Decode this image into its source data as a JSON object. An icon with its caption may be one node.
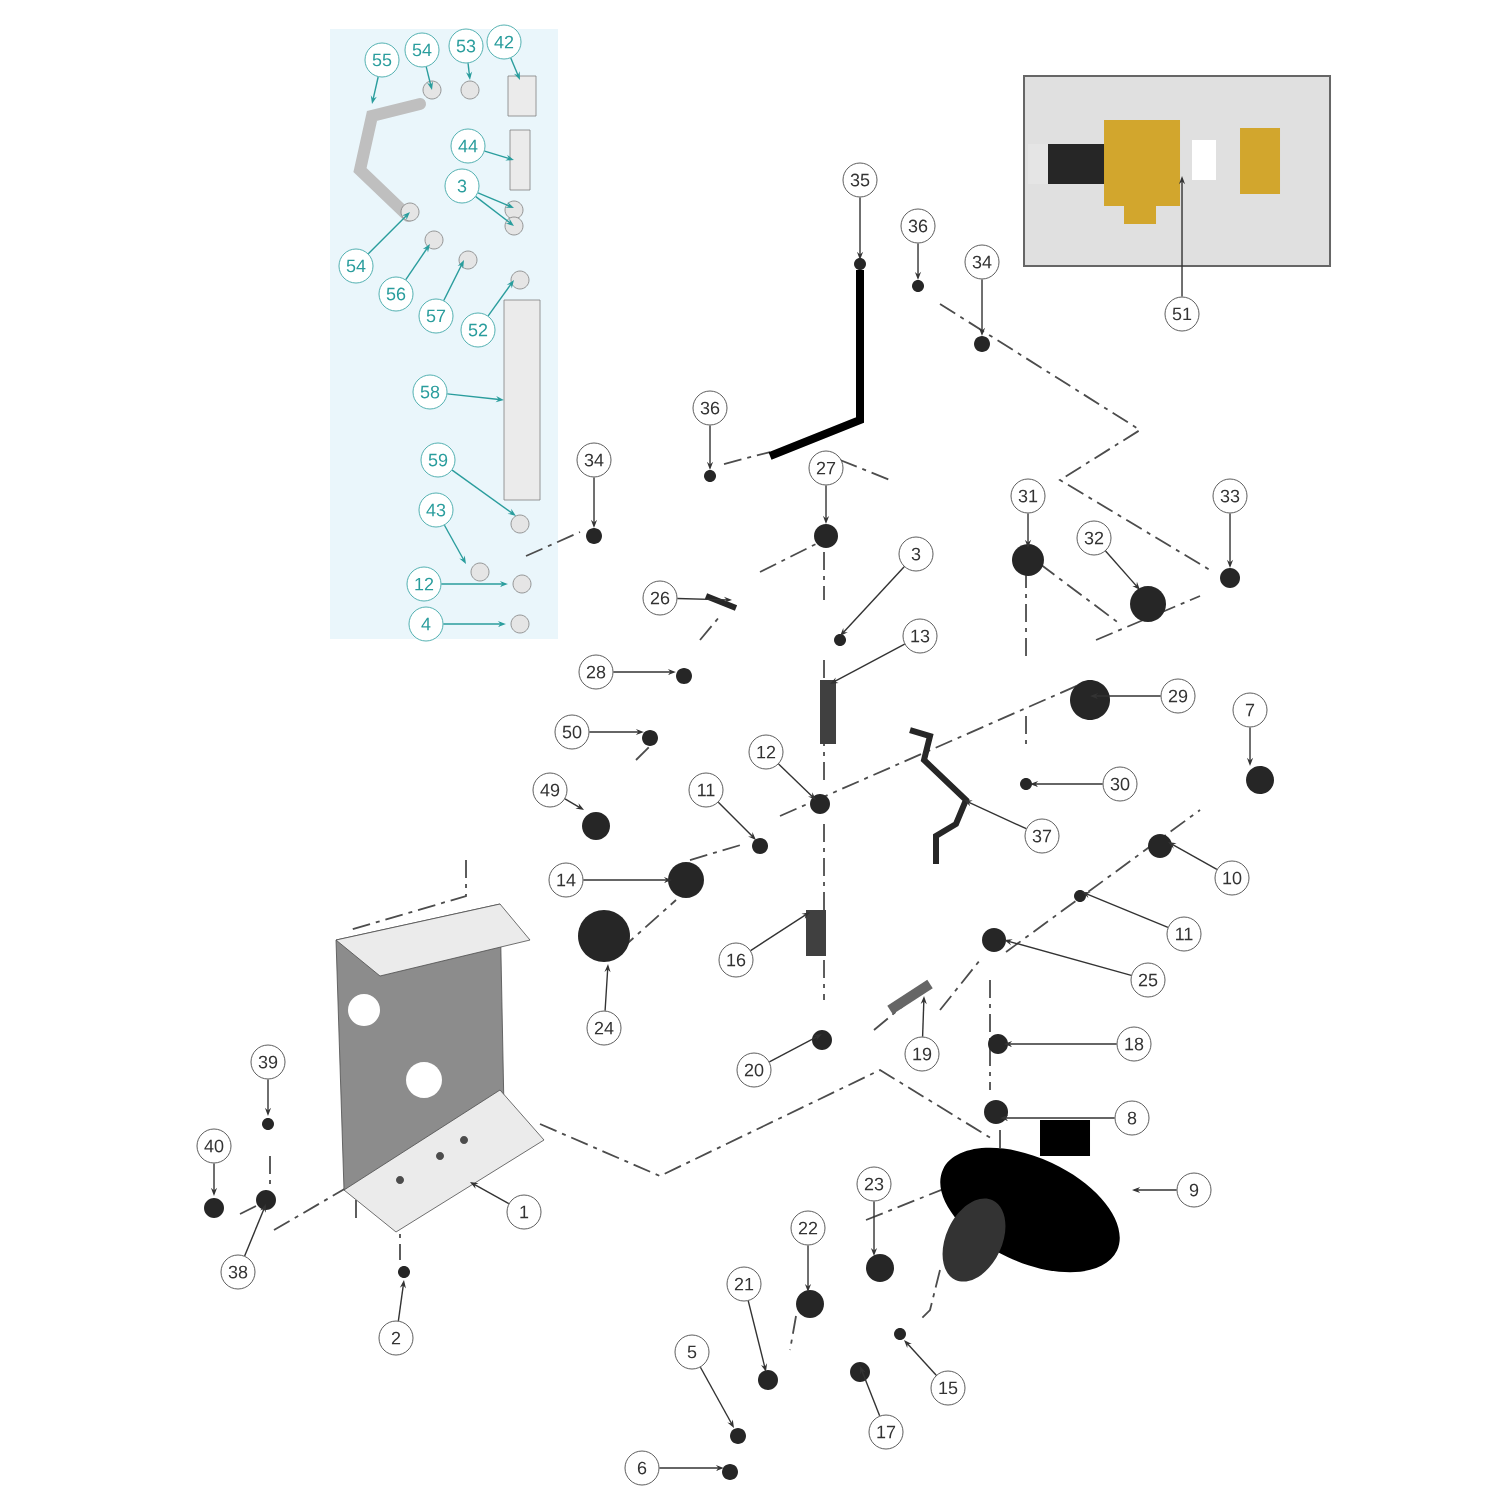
{
  "diagram": {
    "nodes": [
      {
        "text": [],
        "shape": "box"
      },
      {
        "text": [
          "55"
        ],
        "in": 0
      },
      {
        "text": [
          "54"
        ],
        "in": 0
      },
      {
        "text": [
          "53"
        ],
        "in": 0
      },
      {
        "text": [
          "42"
        ],
        "in": 0
      },
      {
        "text": [
          "44"
        ],
        "in": 0
      },
      {
        "text": [
          "3"
        ],
        "in": 0
      },
      {
        "text": [
          "54"
        ],
        "in": 0
      },
      {
        "text": [
          "56"
        ],
        "in": 0
      },
      {
        "text": [
          "57"
        ],
        "in": 0
      },
      {
        "text": [
          "52"
        ],
        "in": 0
      },
      {
        "text": [
          "58"
        ],
        "in": 0
      },
      {
        "text": [
          "59"
        ],
        "in": 0
      },
      {
        "text": [
          "43"
        ],
        "in": 0
      },
      {
        "text": [
          "12"
        ],
        "in": 0
      },
      {
        "text": [
          "4"
        ],
        "in": 0
      },
      {
        "text": [
          "35"
        ]
      },
      {
        "text": [
          "36"
        ]
      },
      {
        "text": [
          "34"
        ]
      },
      {
        "text": [
          "51"
        ]
      },
      {
        "text": [
          "36"
        ]
      },
      {
        "text": [
          "34"
        ]
      },
      {
        "text": [
          "27"
        ]
      },
      {
        "text": [
          "31"
        ]
      },
      {
        "text": [
          "33"
        ]
      },
      {
        "text": [
          "32"
        ]
      },
      {
        "text": [
          "3"
        ]
      },
      {
        "text": [
          "26"
        ]
      },
      {
        "text": [
          "13"
        ]
      },
      {
        "text": [
          "28"
        ]
      },
      {
        "text": [
          "29"
        ]
      },
      {
        "text": [
          "50"
        ]
      },
      {
        "text": [
          "7"
        ]
      },
      {
        "text": [
          "12"
        ]
      },
      {
        "text": [
          "11"
        ]
      },
      {
        "text": [
          "30"
        ]
      },
      {
        "text": [
          "49"
        ]
      },
      {
        "text": [
          "37"
        ]
      },
      {
        "text": [
          "14"
        ]
      },
      {
        "text": [
          "10"
        ]
      },
      {
        "text": [
          "11"
        ]
      },
      {
        "text": [
          "16"
        ]
      },
      {
        "text": [
          "25"
        ]
      },
      {
        "text": [
          "24"
        ]
      },
      {
        "text": [
          "19"
        ]
      },
      {
        "text": [
          "18"
        ]
      },
      {
        "text": [
          "20"
        ]
      },
      {
        "text": [
          "39"
        ]
      },
      {
        "text": [
          "8"
        ]
      },
      {
        "text": [
          "40"
        ]
      },
      {
        "text": [
          "9"
        ]
      },
      {
        "text": [
          "23"
        ]
      },
      {
        "text": [
          "1"
        ]
      },
      {
        "text": [
          "22"
        ]
      },
      {
        "text": [
          "38"
        ]
      },
      {
        "text": [
          "21"
        ]
      },
      {
        "text": [
          "2"
        ]
      },
      {
        "text": [
          "5"
        ]
      },
      {
        "text": [
          "15"
        ]
      },
      {
        "text": [
          "17"
        ]
      },
      {
        "text": [
          "6"
        ]
      }
    ],
    "edges": [
      {
        "from": 1,
        "to": null,
        "arrow": "to",
        "color": "#2a9d9d"
      },
      {
        "from": 2,
        "to": null,
        "arrow": "to",
        "color": "#2a9d9d"
      },
      {
        "from": 3,
        "to": null,
        "arrow": "to",
        "color": "#2a9d9d"
      },
      {
        "from": 4,
        "to": null,
        "arrow": "to",
        "color": "#2a9d9d"
      },
      {
        "from": 5,
        "to": null,
        "arrow": "to",
        "color": "#2a9d9d"
      },
      {
        "from": 6,
        "to": null,
        "arrow": "to",
        "color": "#2a9d9d"
      },
      {
        "from": 6,
        "to": null,
        "arrow": "to",
        "color": "#2a9d9d"
      },
      {
        "from": 7,
        "to": null,
        "arrow": "to",
        "color": "#2a9d9d"
      },
      {
        "from": 8,
        "to": null,
        "arrow": "to",
        "color": "#2a9d9d"
      },
      {
        "from": 9,
        "to": null,
        "arrow": "to",
        "color": "#2a9d9d"
      },
      {
        "from": 10,
        "to": null,
        "arrow": "to",
        "color": "#2a9d9d"
      },
      {
        "from": 11,
        "to": null,
        "arrow": "to",
        "color": "#2a9d9d"
      },
      {
        "from": 12,
        "to": null,
        "arrow": "to",
        "color": "#2a9d9d"
      },
      {
        "from": 13,
        "to": null,
        "arrow": "to",
        "color": "#2a9d9d"
      },
      {
        "from": 14,
        "to": null,
        "arrow": "to",
        "color": "#2a9d9d"
      },
      {
        "from": 15,
        "to": null,
        "arrow": "to",
        "color": "#2a9d9d"
      },
      {
        "from": 16,
        "to": null,
        "arrow": "to"
      },
      {
        "from": 17,
        "to": null,
        "arrow": "to"
      },
      {
        "from": 18,
        "to": null,
        "arrow": "to"
      },
      {
        "from": 19,
        "to": null,
        "arrow": "to"
      },
      {
        "from": 20,
        "to": null,
        "arrow": "to"
      },
      {
        "from": 21,
        "to": null,
        "arrow": "to"
      },
      {
        "from": 22,
        "to": null,
        "arrow": "to"
      },
      {
        "from": 23,
        "to": null,
        "arrow": "to"
      },
      {
        "from": 24,
        "to": null,
        "arrow": "to"
      },
      {
        "from": 25,
        "to": null,
        "arrow": "to"
      },
      {
        "from": 26,
        "to": null,
        "arrow": "to"
      },
      {
        "from": 27,
        "to": null,
        "arrow": "to"
      },
      {
        "from": 28,
        "to": null,
        "arrow": "to"
      },
      {
        "from": 29,
        "to": null,
        "arrow": "to"
      },
      {
        "from": 30,
        "to": null,
        "arrow": "to"
      },
      {
        "from": 31,
        "to": null,
        "arrow": "to"
      },
      {
        "from": 32,
        "to": null,
        "arrow": "to"
      },
      {
        "from": 33,
        "to": null,
        "arrow": "to"
      },
      {
        "from": 34,
        "to": null,
        "arrow": "to"
      },
      {
        "from": 35,
        "to": null,
        "arrow": "to"
      },
      {
        "from": 36,
        "to": null,
        "arrow": "to"
      },
      {
        "from": 37,
        "to": null,
        "arrow": "to"
      },
      {
        "from": 38,
        "to": null,
        "arrow": "to"
      },
      {
        "from": 39,
        "to": null,
        "arrow": "to"
      },
      {
        "from": 40,
        "to": null,
        "arrow": "to"
      },
      {
        "from": 41,
        "to": null,
        "arrow": "to"
      },
      {
        "from": 42,
        "to": null,
        "arrow": "to"
      },
      {
        "from": 43,
        "to": null,
        "arrow": "to"
      },
      {
        "from": 44,
        "to": null,
        "arrow": "to"
      },
      {
        "from": 45,
        "to": null,
        "arrow": "to"
      },
      {
        "from": 46,
        "to": null,
        "arrow": "to"
      },
      {
        "from": 47,
        "to": null,
        "arrow": "to"
      },
      {
        "from": 48,
        "to": null,
        "arrow": "to"
      },
      {
        "from": 49,
        "to": null,
        "arrow": "to"
      },
      {
        "from": 50,
        "to": null,
        "arrow": "to"
      },
      {
        "from": 51,
        "to": null,
        "arrow": "to"
      },
      {
        "from": 52,
        "to": null,
        "arrow": "to"
      },
      {
        "from": 53,
        "to": null,
        "arrow": "to"
      },
      {
        "from": 54,
        "to": null,
        "arrow": "to"
      },
      {
        "from": 55,
        "to": null,
        "arrow": "to"
      },
      {
        "from": 56,
        "to": null,
        "arrow": "to"
      },
      {
        "from": 57,
        "to": null,
        "arrow": "to"
      },
      {
        "from": 58,
        "to": null,
        "arrow": "to"
      },
      {
        "from": 59,
        "to": null,
        "arrow": "to"
      },
      {
        "from": 60,
        "to": null,
        "arrow": "to"
      }
    ]
  }
}
